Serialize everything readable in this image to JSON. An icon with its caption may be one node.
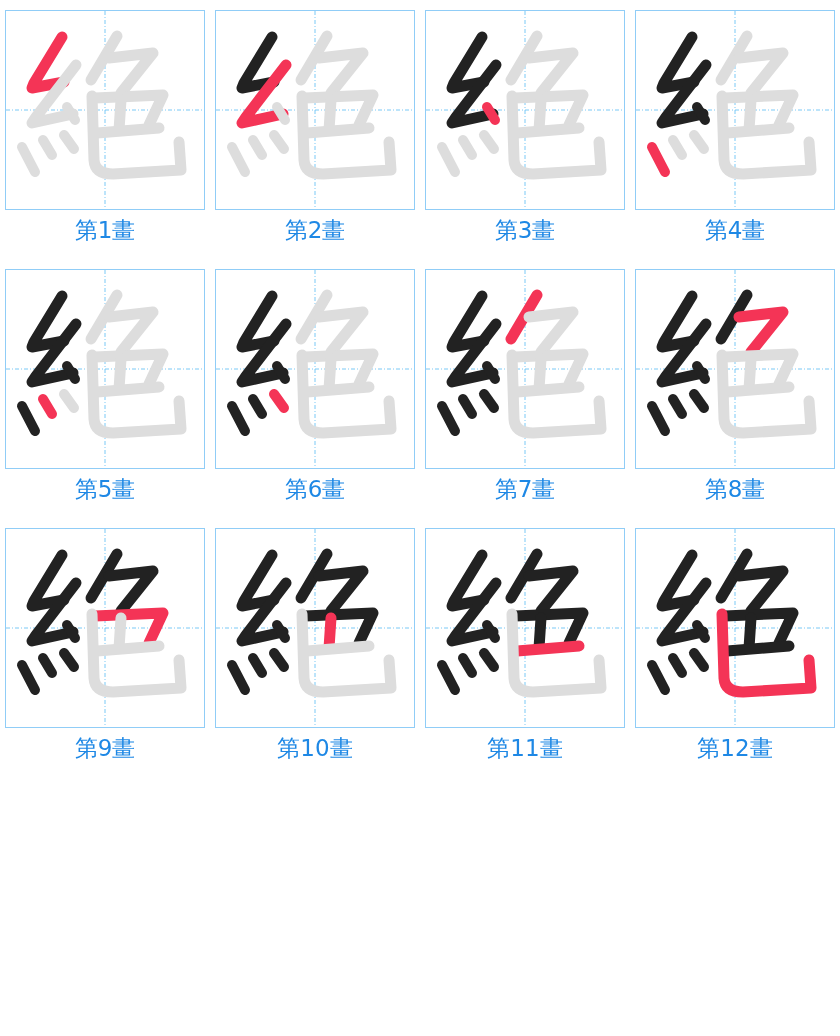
{
  "diagram": {
    "labels": [
      "第1畫",
      "第2畫",
      "第3畫",
      "第4畫",
      "第5畫",
      "第6畫",
      "第7畫",
      "第8畫",
      "第9畫",
      "第10畫",
      "第11畫",
      "第12畫"
    ]
  }
}
